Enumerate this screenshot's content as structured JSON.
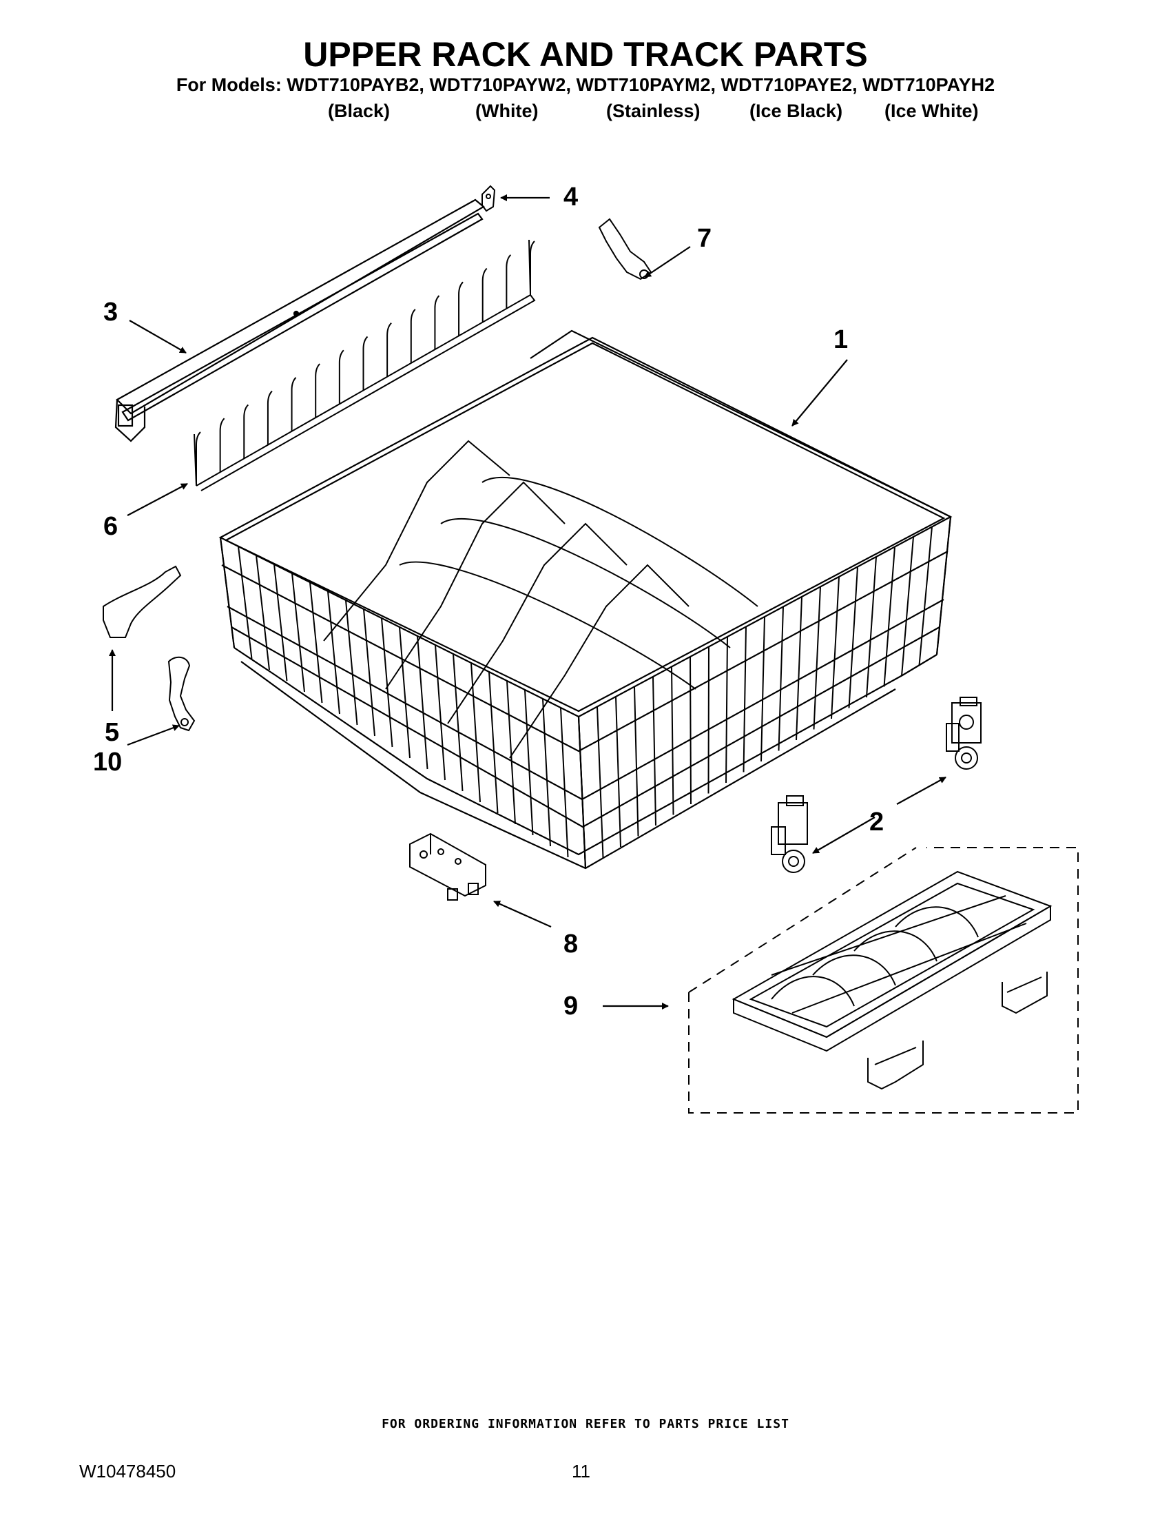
{
  "header": {
    "title": "UPPER RACK AND TRACK PARTS",
    "models_line": "For Models: WDT710PAYB2, WDT710PAYW2, WDT710PAYM2, WDT710PAYE2, WDT710PAYH2",
    "finishes": [
      "(Black)",
      "(White)",
      "(Stainless)",
      "(Ice Black)",
      "(Ice White)"
    ]
  },
  "callouts": [
    "1",
    "2",
    "3",
    "4",
    "5",
    "6",
    "7",
    "8",
    "9",
    "10"
  ],
  "footer": {
    "ordering_note": "FOR ORDERING INFORMATION REFER TO PARTS PRICE LIST",
    "document_number": "W10478450",
    "page_number": "11"
  }
}
